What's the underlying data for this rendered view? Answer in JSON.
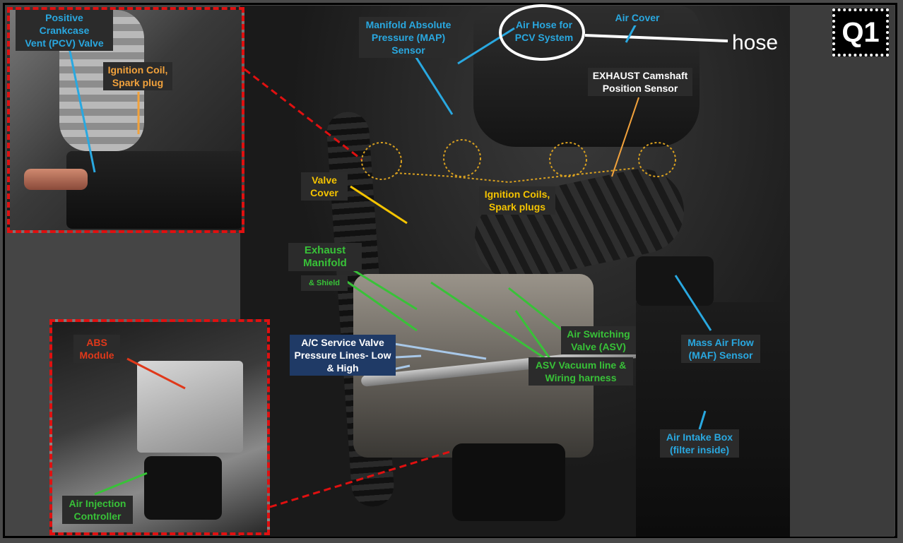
{
  "badge": "Q1",
  "callout_hose": "hose",
  "labels": {
    "pcv_valve": "Positive Crankcase\nVent (PCV) Valve",
    "ignition_coil": "Ignition Coil,\nSpark plug",
    "map_sensor": "Manifold Absolute\nPressure (MAP) Sensor",
    "air_hose": "Air Hose for\nPCV System",
    "air_cover": "Air Cover",
    "exhaust_cam": "EXHAUST Camshaft\nPosition Sensor",
    "valve_cover": "Valve\nCover",
    "ignition_coils": "Ignition Coils,\nSpark plugs",
    "exhaust_manifold": "Exhaust\nManifold",
    "exhaust_shield": "& Shield",
    "ac_valve": "A/C Service Valve\nPressure Lines- Low\n& High",
    "asv": "Air Switching\nValve (ASV)",
    "asv_vacuum": "ASV  Vacuum line &\nWiring harness",
    "maf": "Mass Air Flow\n(MAF) Sensor",
    "air_intake": "Air Intake Box\n(filter inside)",
    "abs": "ABS\nModule",
    "air_injection": "Air Injection\nController"
  },
  "colors": {
    "blue": "#29a8e0",
    "yellow": "#f5c400",
    "orange": "#f2a23c",
    "green": "#38c238",
    "red": "#e0381a",
    "inset_border": "#e01010"
  }
}
